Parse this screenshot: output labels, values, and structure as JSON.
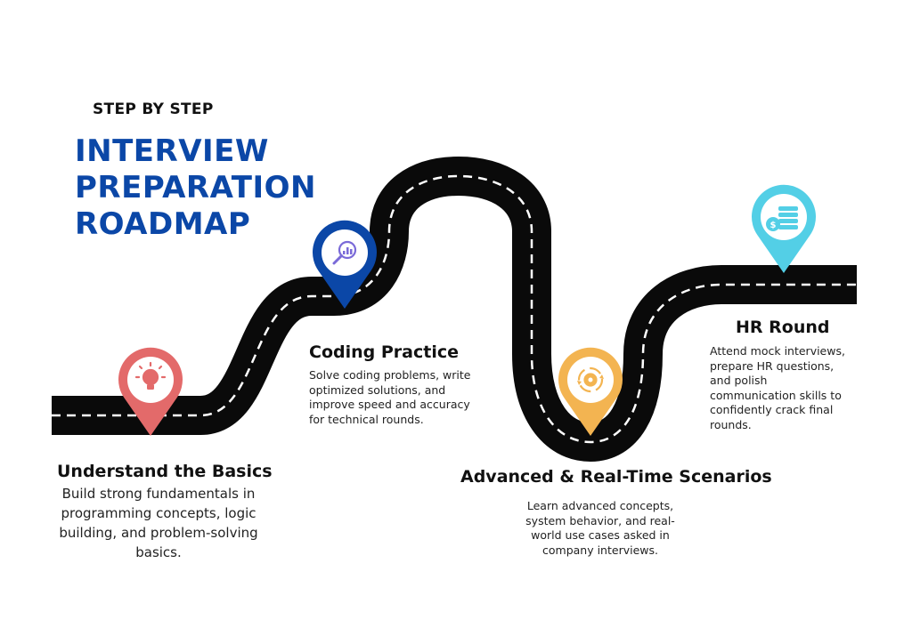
{
  "header": {
    "eyebrow": "STEP BY STEP",
    "title": "INTERVIEW PREPARATION ROADMAP"
  },
  "colors": {
    "title": "#0b47a7",
    "road": "#0a0a0a",
    "road_dash": "#ffffff",
    "step1_pin": "#e36a6a",
    "step2_pin": "#0b47a7",
    "step3_pin": "#f3b451",
    "step4_pin": "#53cfe6"
  },
  "steps": [
    {
      "title": "Understand the Basics",
      "description": "Build strong fundamentals in programming concepts, logic building, and problem-solving basics.",
      "icon": "lightbulb-icon"
    },
    {
      "title": "Coding Practice",
      "description": "Solve coding problems, write optimized solutions, and improve speed and accuracy for technical rounds.",
      "icon": "magnifier-chart-icon"
    },
    {
      "title": "Advanced & Real-Time Scenarios",
      "description": "Learn advanced concepts, system behavior, and real-world use cases asked in company interviews.",
      "icon": "gear-cycle-icon"
    },
    {
      "title": "HR Round",
      "description": "Attend mock interviews, prepare HR questions, and polish communication skills to confidently crack final rounds.",
      "icon": "coins-icon"
    }
  ]
}
